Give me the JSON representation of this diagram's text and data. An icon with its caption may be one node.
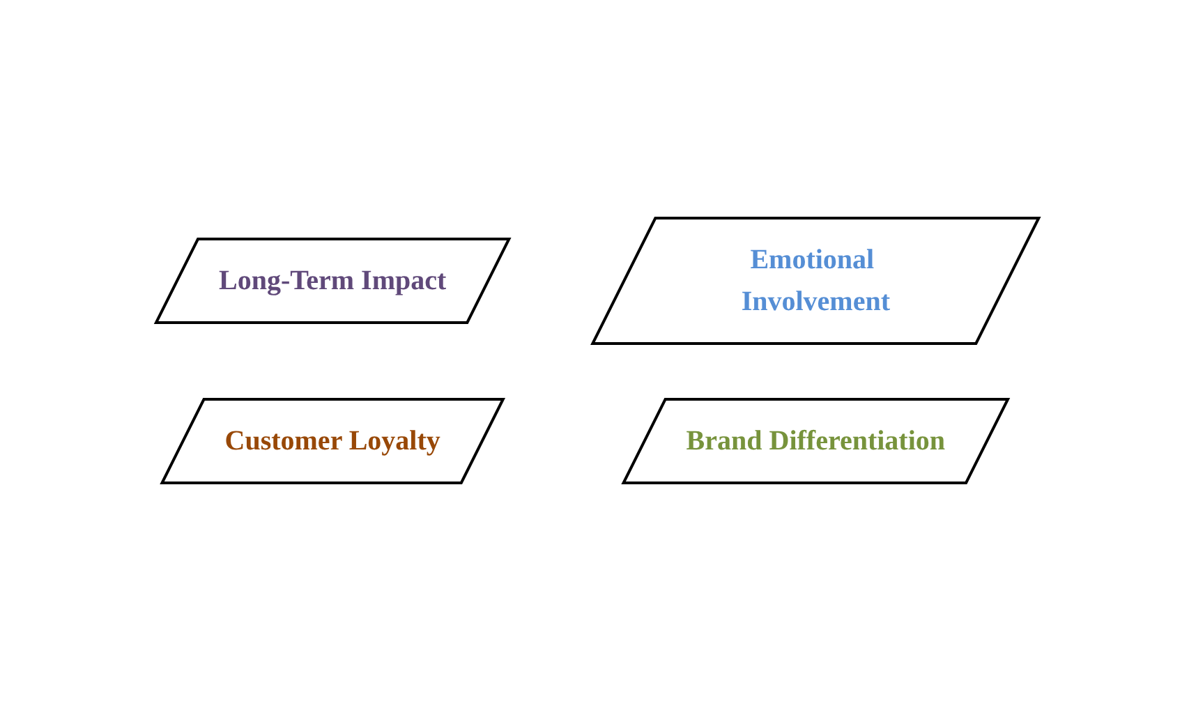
{
  "diagram": {
    "nodes": [
      {
        "text": [
          "Long-Term Impact"
        ]
      },
      {
        "text": [
          "Emotional Involvement"
        ]
      },
      {
        "text": [
          "Customer Loyalty"
        ]
      },
      {
        "text": [
          "Brand Differentiation"
        ]
      }
    ],
    "edges": []
  }
}
